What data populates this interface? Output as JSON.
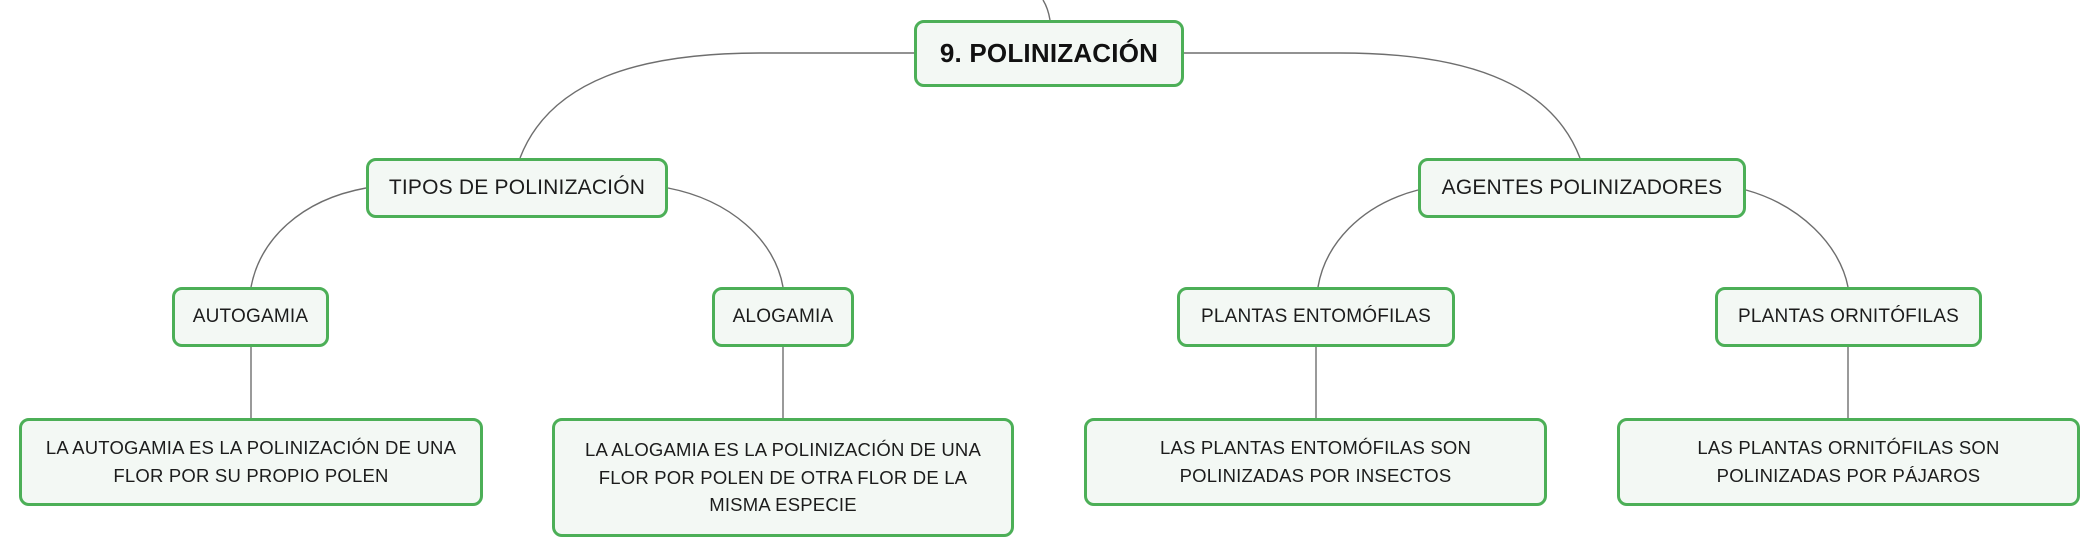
{
  "mindmap": {
    "root": {
      "label": "9. POLINIZACIÓN"
    },
    "branches": [
      {
        "label": "TIPOS DE POLINIZACIÓN",
        "children": [
          {
            "label": "AUTOGAMIA",
            "description": "LA AUTOGAMIA ES LA POLINIZACIÓN DE UNA FLOR POR SU PROPIO POLEN"
          },
          {
            "label": "ALOGAMIA",
            "description": "LA ALOGAMIA ES LA POLINIZACIÓN DE UNA FLOR POR POLEN DE OTRA FLOR DE LA MISMA ESPECIE"
          }
        ]
      },
      {
        "label": "AGENTES POLINIZADORES",
        "children": [
          {
            "label": "PLANTAS ENTOMÓFILAS",
            "description": "LAS PLANTAS ENTOMÓFILAS SON POLINIZADAS POR INSECTOS"
          },
          {
            "label": "PLANTAS ORNITÓFILAS",
            "description": "LAS PLANTAS ORNITÓFILAS SON POLINIZADAS POR PÁJAROS"
          }
        ]
      }
    ]
  },
  "colors": {
    "node_border": "#4caf57",
    "node_fill": "#f3f8f4",
    "connector": "#6e6e6e"
  }
}
